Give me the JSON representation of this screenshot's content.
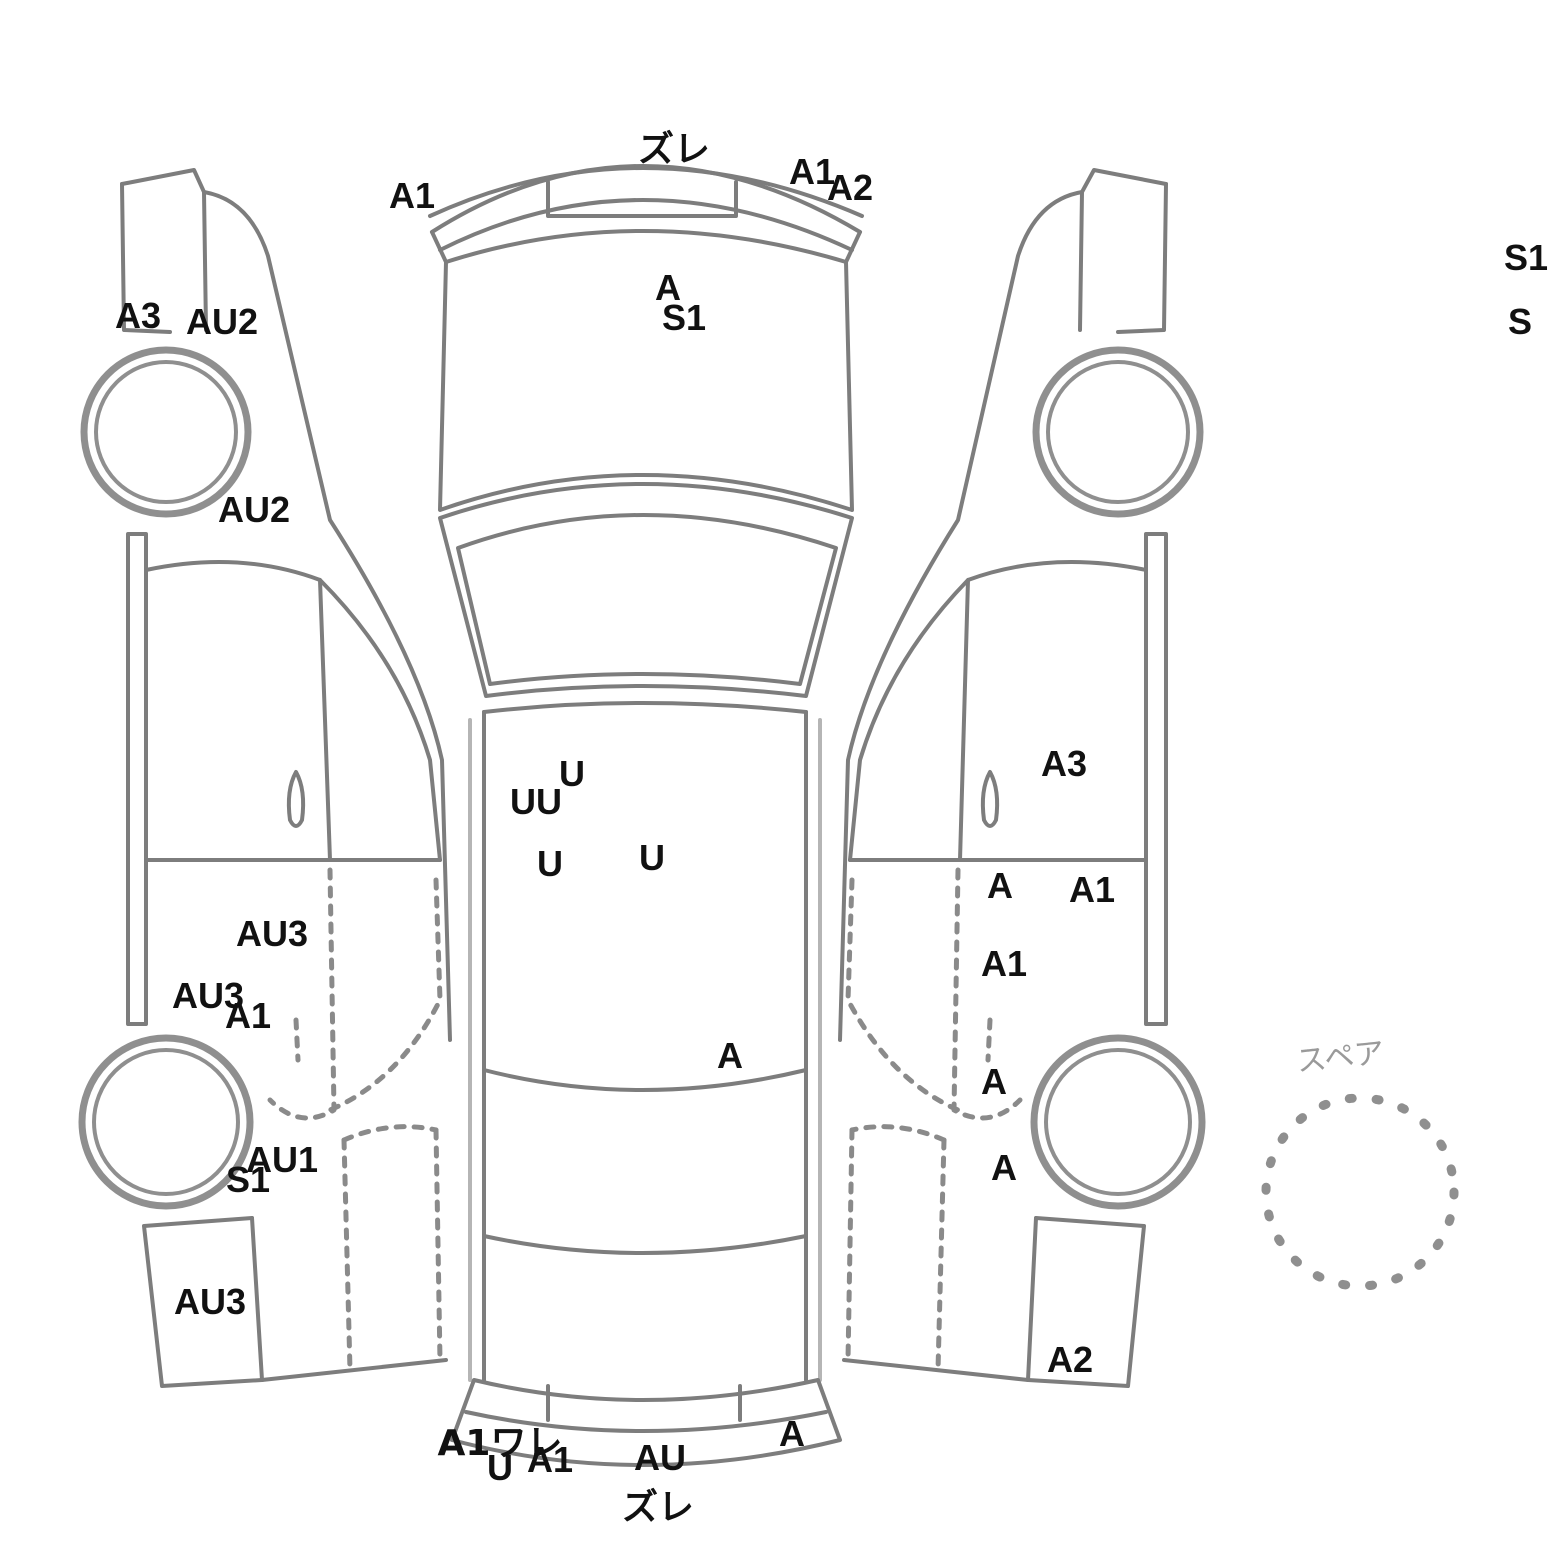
{
  "spare_label": "スペア",
  "colors": {
    "line": "#7d7d7d",
    "line_light": "#b5b5b5",
    "tire": "#8f8f8f",
    "text": "#111111"
  },
  "marks": [
    {
      "id": "front-bumper-shift",
      "text": "ズレ"
    },
    {
      "id": "front-bumper-left",
      "text": "A1"
    },
    {
      "id": "front-bumper-right-a1",
      "text": "A1"
    },
    {
      "id": "front-bumper-right-a2",
      "text": "A2"
    },
    {
      "id": "hood-a",
      "text": "A"
    },
    {
      "id": "hood-s1",
      "text": "S1"
    },
    {
      "id": "left-front-fender-a3",
      "text": "A3"
    },
    {
      "id": "left-front-fender-au2",
      "text": "AU2"
    },
    {
      "id": "left-front-wheel-au2",
      "text": "AU2"
    },
    {
      "id": "roof-u-1",
      "text": "U"
    },
    {
      "id": "roof-uu",
      "text": "UU"
    },
    {
      "id": "roof-u-2",
      "text": "U"
    },
    {
      "id": "roof-u-3",
      "text": "U"
    },
    {
      "id": "left-rear-door-au3",
      "text": "AU3"
    },
    {
      "id": "left-sill-au3",
      "text": "AU3"
    },
    {
      "id": "left-sill-a1",
      "text": "A1"
    },
    {
      "id": "left-rear-wheel-au1",
      "text": "AU1"
    },
    {
      "id": "left-rear-wheel-s1",
      "text": "S1"
    },
    {
      "id": "left-rear-quarter-au3",
      "text": "AU3"
    },
    {
      "id": "trunk-a",
      "text": "A"
    },
    {
      "id": "rear-bumper-a1-crack",
      "text": "A1ワレ"
    },
    {
      "id": "rear-bumper-u",
      "text": "U"
    },
    {
      "id": "rear-bumper-a1",
      "text": "A1"
    },
    {
      "id": "rear-bumper-au",
      "text": "AU"
    },
    {
      "id": "rear-bumper-a",
      "text": "A"
    },
    {
      "id": "rear-bumper-shift",
      "text": "ズレ"
    },
    {
      "id": "right-front-door-a3",
      "text": "A3"
    },
    {
      "id": "right-rear-door-a",
      "text": "A"
    },
    {
      "id": "right-rear-door-a1",
      "text": "A1"
    },
    {
      "id": "right-rear-door-a1-2",
      "text": "A1"
    },
    {
      "id": "right-sill-a",
      "text": "A"
    },
    {
      "id": "right-rear-wheel-a",
      "text": "A"
    },
    {
      "id": "right-rear-quarter-a2",
      "text": "A2"
    },
    {
      "id": "edge-s1",
      "text": "S1"
    },
    {
      "id": "edge-s",
      "text": "S"
    }
  ]
}
